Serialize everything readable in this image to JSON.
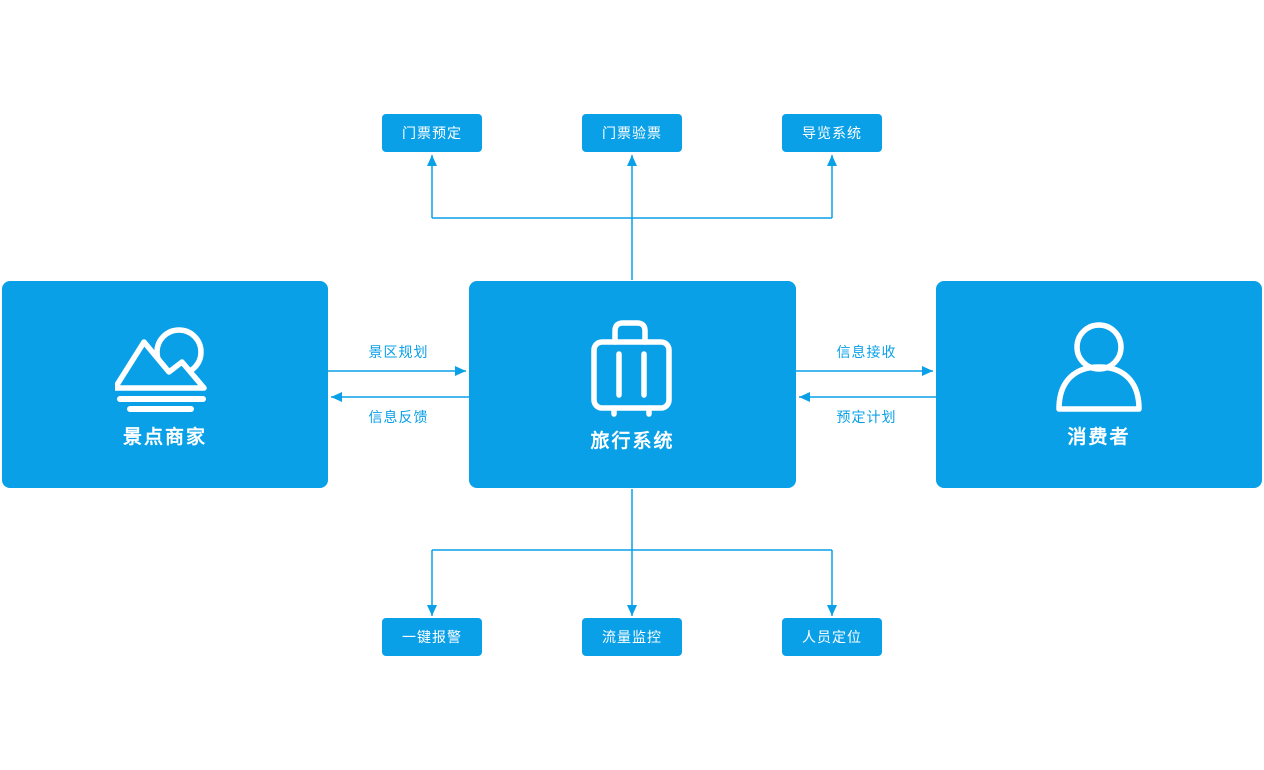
{
  "diagram": {
    "accent_color": "#09A0E8",
    "node_text_color": "#FFFFFF",
    "background_color": "#FFFFFF",
    "main_nodes": {
      "merchant": {
        "label": "景点商家",
        "icon": "mountain-scenery-icon"
      },
      "system": {
        "label": "旅行系统",
        "icon": "suitcase-icon"
      },
      "consumer": {
        "label": "消费者",
        "icon": "person-icon"
      }
    },
    "top_modules": [
      {
        "label": "门票预定"
      },
      {
        "label": "门票验票"
      },
      {
        "label": "导览系统"
      }
    ],
    "bottom_modules": [
      {
        "label": "一键报警"
      },
      {
        "label": "流量监控"
      },
      {
        "label": "人员定位"
      }
    ],
    "edge_labels": {
      "merchant_to_system": "景区规划",
      "system_to_merchant": "信息反馈",
      "system_to_consumer": "信息接收",
      "consumer_to_system": "预定计划"
    }
  }
}
